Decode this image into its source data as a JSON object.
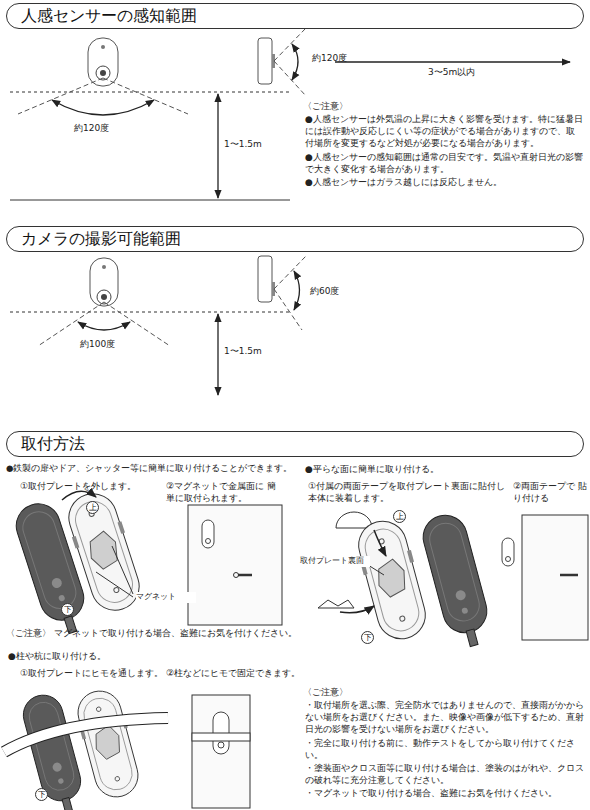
{
  "diagram": {
    "nodes": [
      {
        "text": [
          "人感センサーの感知範囲"
        ]
      },
      {
        "text": [
          "カメラの撮影可能範囲"
        ]
      },
      {
        "text": [
          "取付方法"
        ]
      },
      {
        "text": [
          "上"
        ]
      },
      {
        "text": [
          "下"
        ]
      },
      {
        "text": [
          "上"
        ]
      },
      {
        "text": [
          "下"
        ]
      },
      {
        "text": [
          "下"
        ]
      }
    ],
    "labels": [
      "約120度",
      "約120度",
      "3〜5m以内",
      "1〜1.5m",
      "〈ご注意〉",
      "●人感センサーは外気温の上昇に大きく影響を受けます。特に猛暑日には誤作動や反応しにくい等の症状がでる場合がありますので、取付場所を変更するなど対処が必要になる場合があります。",
      "●人感センサーの感知範囲は通常の目安です。気温や直射日光の影響で大きく変化する場合があります。",
      "●人感センサーはガラス越しには反応しません。",
      "約100度",
      "約60度",
      "1〜1.5m",
      "●鉄製の扉やドア、シャッター等に簡単に取り付けることができます。",
      "①取付プレートを外します。",
      "②マグネットで金属面に 簡単に取付られます。",
      "マグネット",
      "〈ご注意〉 マグネットで取り付ける場合、盗難にお気を付けください。",
      "●柱や杭に取り付ける。",
      "①取付プレートにヒモを通します。",
      "②柱などにヒモで固定できます。",
      "●平らな面に簡単に取り付ける。",
      "①付属の両面テープを取付プレート裏面に貼付し 本体に装着します。",
      "②両面テープで 貼り付ける",
      "取付プレート裏面",
      "〈ご注意〉",
      "・取付場所を選ぶ際、完全防水ではありませんので、直接雨がかからない場所をお選びください。また、映像や画像が低下するため、直射日光の影響を受けない場所をお選びください。",
      "・完全に取り付ける前に、動作テストをしてから取り付けてください。",
      "・塗装面やクロス面等に取り付ける場合は、塗装のはがれや、クロスの破れ等に充分注意してください。",
      "・マグネットで取り付ける場合、盗難にお気を付けください。"
    ]
  }
}
